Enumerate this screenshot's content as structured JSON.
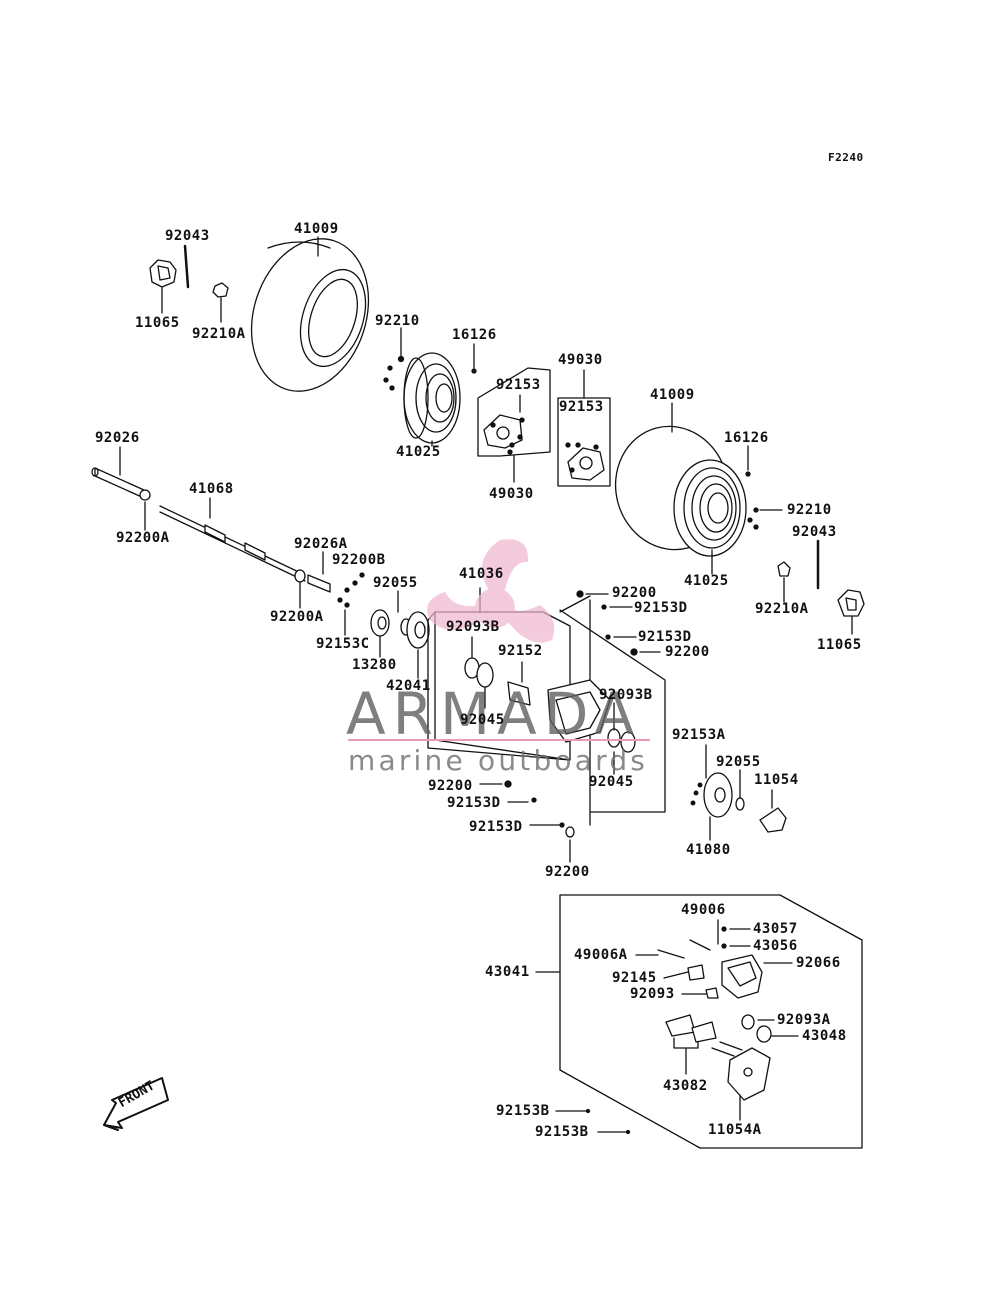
{
  "figure_code": "F2240",
  "front_label": "FRONT",
  "watermark": {
    "brand": "ARMADA",
    "tagline": "marine outboards",
    "accent_color": "#e8a0c0",
    "divider_color": "#e89ab8"
  },
  "parts": {
    "p92043_a": "92043",
    "p41009_a": "41009",
    "p11065_a": "11065",
    "p92210A_a": "92210A",
    "p92210_a": "92210",
    "p16126_a": "16126",
    "p49030_top": "49030",
    "p92153_a": "92153",
    "p92153_b": "92153",
    "p41025_a": "41025",
    "p49030_bottom": "49030",
    "p41009_b": "41009",
    "p16126_b": "16126",
    "p92210_b": "92210",
    "p92043_b": "92043",
    "p41025_b": "41025",
    "p92210A_b": "92210A",
    "p11065_b": "11065",
    "p92026": "92026",
    "p41068": "41068",
    "p92200A_a": "92200A",
    "p92026A": "92026A",
    "p92200B": "92200B",
    "p92055_a": "92055",
    "p92200A_b": "92200A",
    "p92153C": "92153C",
    "p13280": "13280",
    "p42041": "42041",
    "p41036": "41036",
    "p92200_a": "92200",
    "p92153D_a": "92153D",
    "p92093B_a": "92093B",
    "p92152": "92152",
    "p92153D_b": "92153D",
    "p92200_b": "92200",
    "p92093B_b": "92093B",
    "p92045_a": "92045",
    "p92045_b": "92045",
    "p92153A": "92153A",
    "p92055_b": "92055",
    "p11054": "11054",
    "p92200_c": "92200",
    "p92153D_c": "92153D",
    "p92153D_d": "92153D",
    "p41080": "41080",
    "p92200_d": "92200",
    "p49006": "49006",
    "p43057": "43057",
    "p43056": "43056",
    "p49006A": "49006A",
    "p92066": "92066",
    "p43041": "43041",
    "p92145": "92145",
    "p92093": "92093",
    "p92093A": "92093A",
    "p43048": "43048",
    "p43082": "43082",
    "p92153B_a": "92153B",
    "p11054A": "11054A",
    "p92153B_b": "92153B"
  }
}
